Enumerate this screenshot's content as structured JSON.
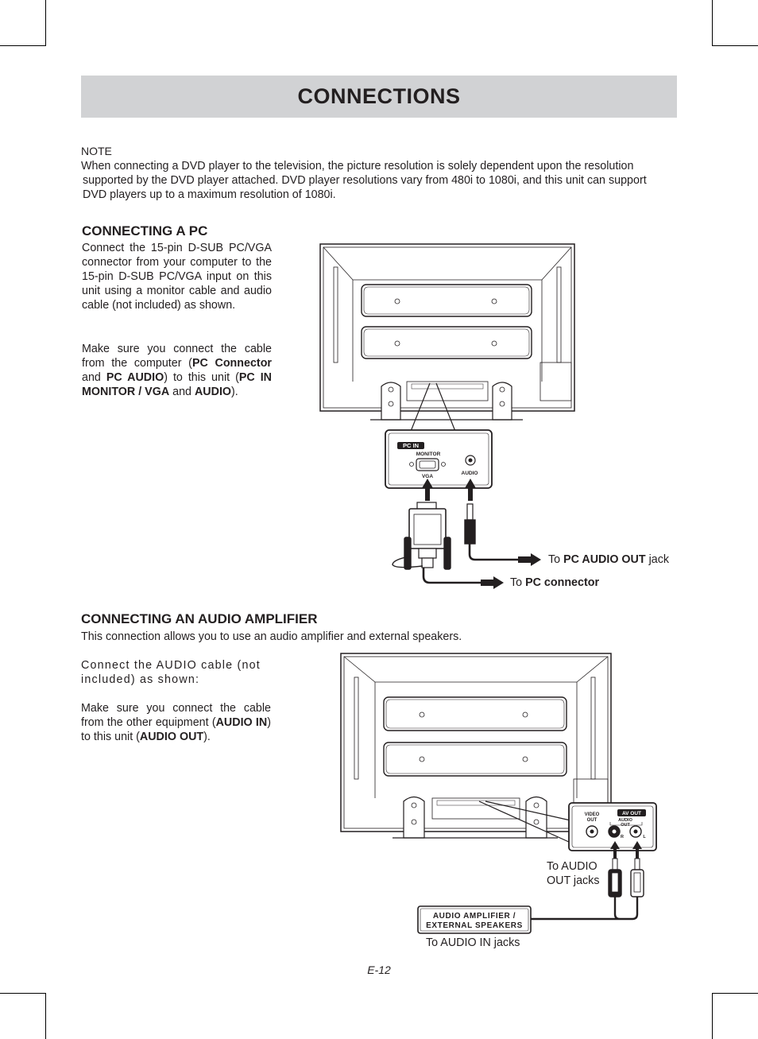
{
  "page": {
    "title": "CONNECTIONS",
    "note_label": "NOTE",
    "note_line1": "When connecting a DVD player to the television, the picture resolution is solely dependent upon the resolution",
    "note_line2": "supported by the DVD player attached. DVD player resolutions vary from 480i to 1080i, and this unit can support",
    "note_line3": "DVD players up to a maximum resolution of 1080i.",
    "page_number": "E-12"
  },
  "pc_section": {
    "heading": "CONNECTING A PC",
    "para1": "Connect the 15-pin D-SUB PC/VGA connector from your computer to the 15-pin D-SUB PC/VGA input on this unit using a monitor cable and audio cable (not included) as shown.",
    "para2_a": "Make sure you connect the cable from the computer (",
    "para2_b": "PC Connector",
    "para2_c": " and ",
    "para2_d": "PC AUDIO",
    "para2_e": ") to this unit (",
    "para2_f": "PC IN MONITOR / VGA",
    "para2_g": " and ",
    "para2_h": "AUDIO",
    "para2_i": ").",
    "panel_badge": "PC IN",
    "panel_monitor": "MONITOR",
    "panel_vga": "VGA",
    "panel_audio": "AUDIO",
    "label_audio_prefix": "To ",
    "label_audio_bold": "PC AUDIO OUT",
    "label_audio_suffix": " jack",
    "label_pc_prefix": "To ",
    "label_pc_bold": "PC connector"
  },
  "amp_section": {
    "heading": "CONNECTING AN AUDIO AMPLIFIER",
    "intro": "This connection allows you to use an audio amplifier and external speakers.",
    "para1": "Connect the AUDIO cable (not included) as shown:",
    "para2_a": "Make sure you connect the cable from the other equipment (",
    "para2_b": "AUDIO IN",
    "para2_c": ") to this unit (",
    "para2_d": "AUDIO OUT",
    "para2_e": ").",
    "panel_video_out_1": "VIDEO",
    "panel_video_out_2": "OUT",
    "panel_badge": "AV OUT",
    "panel_audio_1": "AUDIO",
    "panel_audio_2": "OUT",
    "panel_r": "R",
    "panel_l": "L",
    "label_jacks_1": "To AUDIO",
    "label_jacks_2": "OUT jacks",
    "device_line1": "AUDIO AMPLIFIER /",
    "device_line2": "EXTERNAL SPEAKERS",
    "label_in_jacks": "To AUDIO IN jacks"
  }
}
